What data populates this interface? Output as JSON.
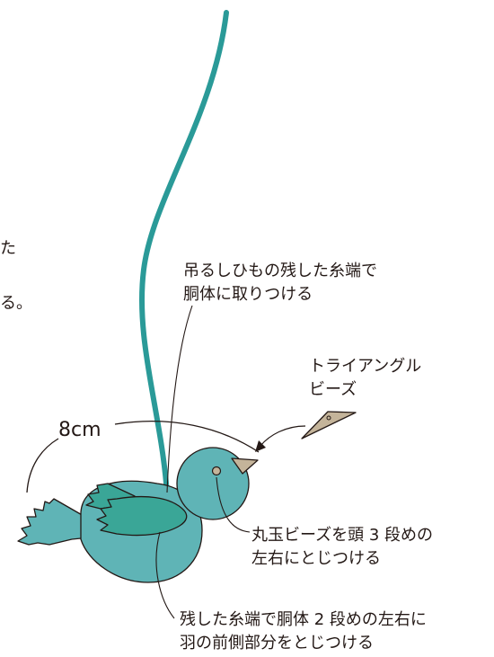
{
  "left_fragment": {
    "line1": "た",
    "line2": "る。"
  },
  "labels": {
    "hanger": {
      "line1": "吊るしひもの残した糸端で",
      "line2": "胴体に取りつける"
    },
    "beak_bead": {
      "line1": "トライアングル",
      "line2": "ビーズ"
    },
    "eye_bead": {
      "line1": "丸玉ビーズを頭 3 段めの",
      "line2": "左右にとじつける"
    },
    "wing": {
      "line1": "残した糸端で胴体 2 段めの左右に",
      "line2": "羽の前側部分をとじつける"
    }
  },
  "size": "8cm",
  "colors": {
    "string": "#2a9a98",
    "body": "#5fb4b6",
    "wing": "#3aa697",
    "beak": "#c4b49a",
    "outline": "#231815"
  }
}
